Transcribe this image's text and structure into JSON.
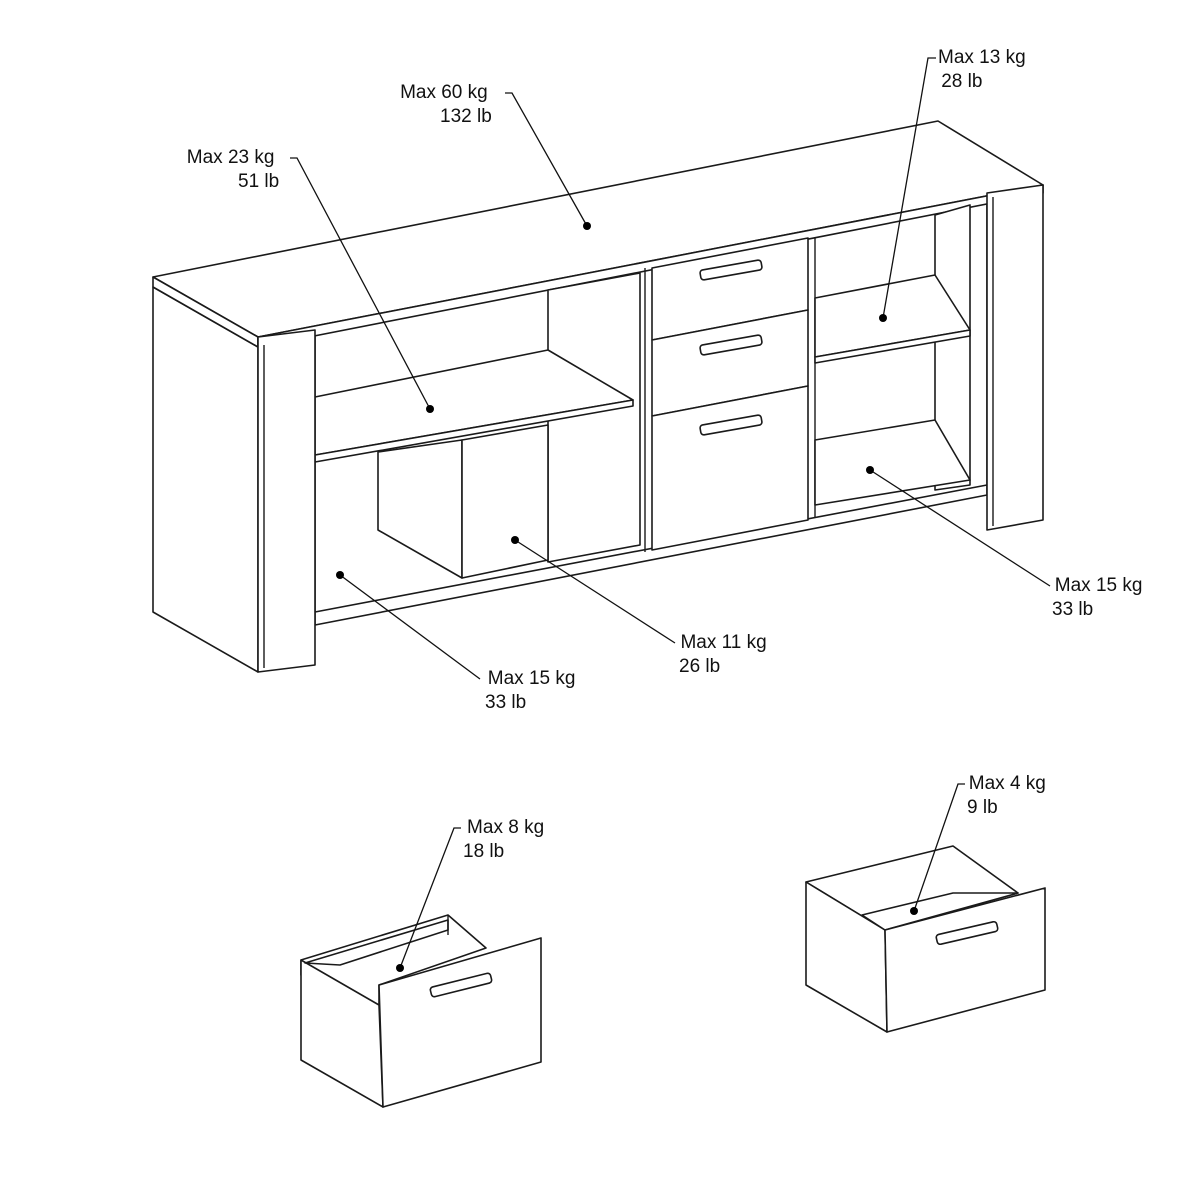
{
  "labels": {
    "top": {
      "kg": "Max 60 kg",
      "lb": "132 lb"
    },
    "left_shelf": {
      "kg": "Max 23 kg",
      "lb": "51 lb"
    },
    "right_upper": {
      "kg": "Max 13 kg",
      "lb": "28 lb"
    },
    "right_lower": {
      "kg": "Max 15 kg",
      "lb": "33 lb"
    },
    "middle_bottom": {
      "kg": "Max 11 kg",
      "lb": "26 lb"
    },
    "left_bottom": {
      "kg": "Max 15 kg",
      "lb": "33 lb"
    },
    "large_drawer": {
      "kg": "Max 8 kg",
      "lb": "18 lb"
    },
    "small_drawer": {
      "kg": "Max 4 kg",
      "lb": "9 lb"
    }
  },
  "colors": {
    "line": "#1a1a1a",
    "background": "#ffffff"
  }
}
